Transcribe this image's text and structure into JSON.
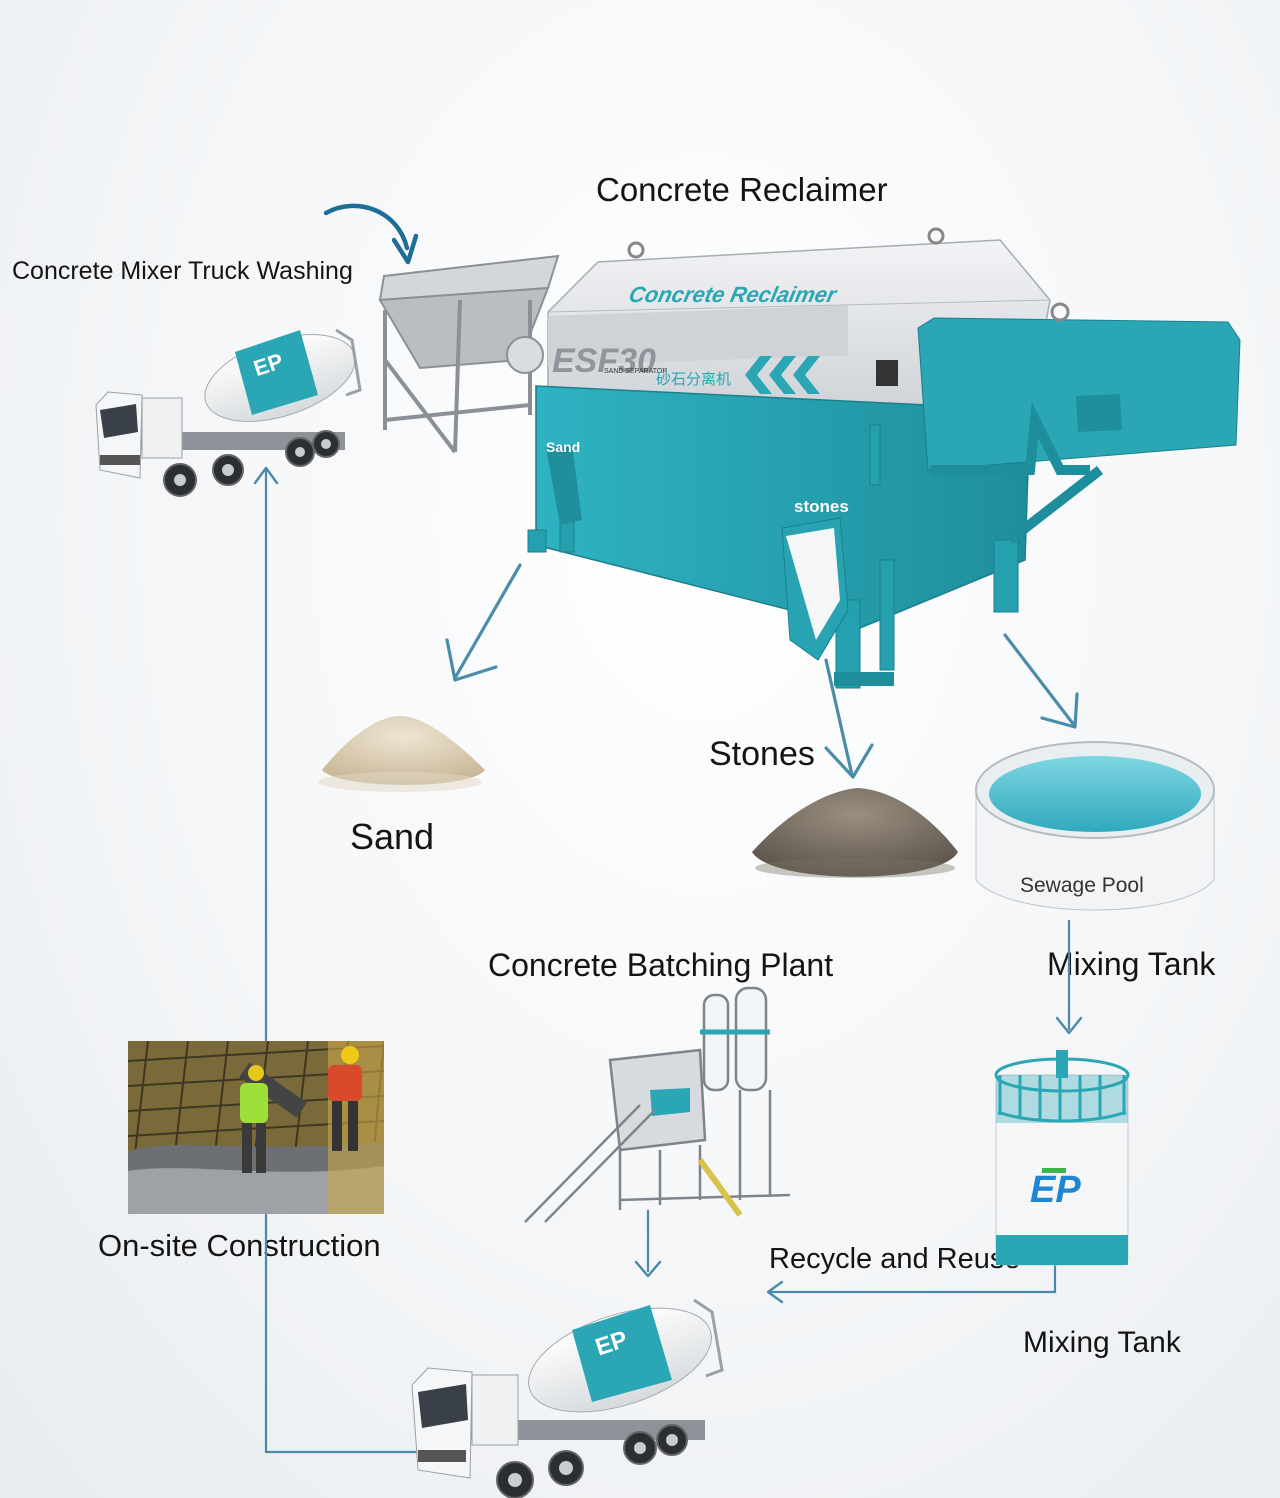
{
  "labels": {
    "concrete_reclaimer": "Concrete Reclaimer",
    "mixer_truck_washing": "Concrete Mixer Truck Washing",
    "stones": "Stones",
    "sand": "Sand",
    "batching_plant": "Concrete Batching Plant",
    "mixing_tank_top": "Mixing Tank",
    "onsite_construction": "On-site Construction",
    "recycle_reuse": "Recycle and Reuse",
    "mixing_tank_bottom": "Mixing Tank"
  },
  "machine_markings": {
    "brand_script": "Concrete Reclaimer",
    "model": "ESF30",
    "model_sub": "SAND SEPARATOR",
    "cn_name": "砂石分离机",
    "sand_outlet": "Sand",
    "stones_outlet": "stones"
  },
  "pool_marking": "Sewage Pool",
  "tank_logo": "EP",
  "truck_drum_marking": "EP",
  "colors": {
    "teal": "#2aa6b5",
    "teal_dark": "#1e8d9b",
    "arrow": "#4a8da8",
    "arrow_dark": "#1f6e97",
    "line": "#4a8aa8",
    "machine_grey": "#e6e8ea"
  }
}
